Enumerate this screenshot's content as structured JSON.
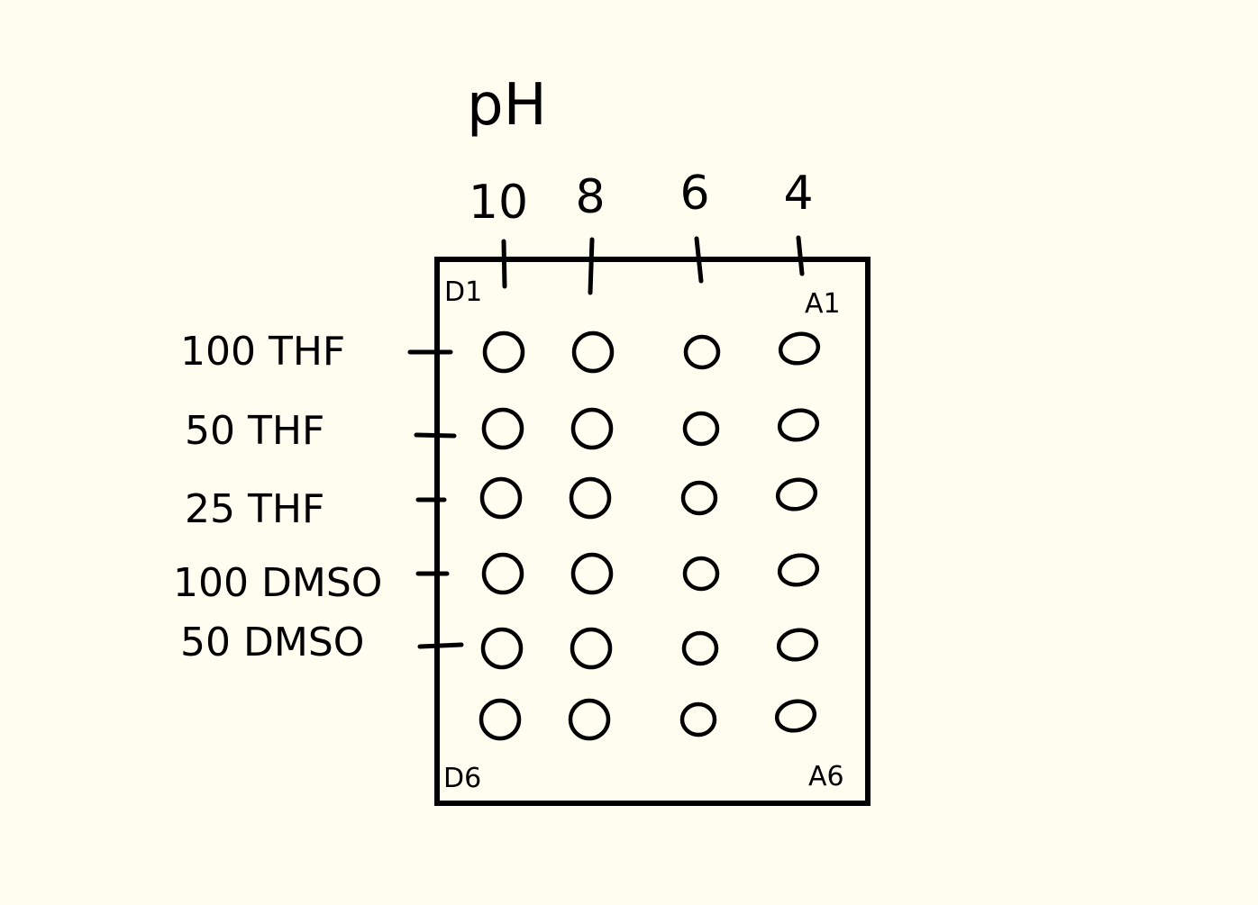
{
  "axis": {
    "title": "pH",
    "columns": [
      "10",
      "8",
      "6",
      "4"
    ]
  },
  "rows": [
    "100 THF",
    "50 THF",
    "25 THF",
    "100 DMSO",
    "50 DMSO",
    ""
  ],
  "corners": {
    "top_left": "D1",
    "top_right": "A1",
    "bottom_left": "D6",
    "bottom_right": "A6"
  },
  "plate": {
    "well_rows": 6,
    "well_columns": 4
  },
  "colors": {
    "background": "#fffdf0",
    "ink": "#000000"
  }
}
